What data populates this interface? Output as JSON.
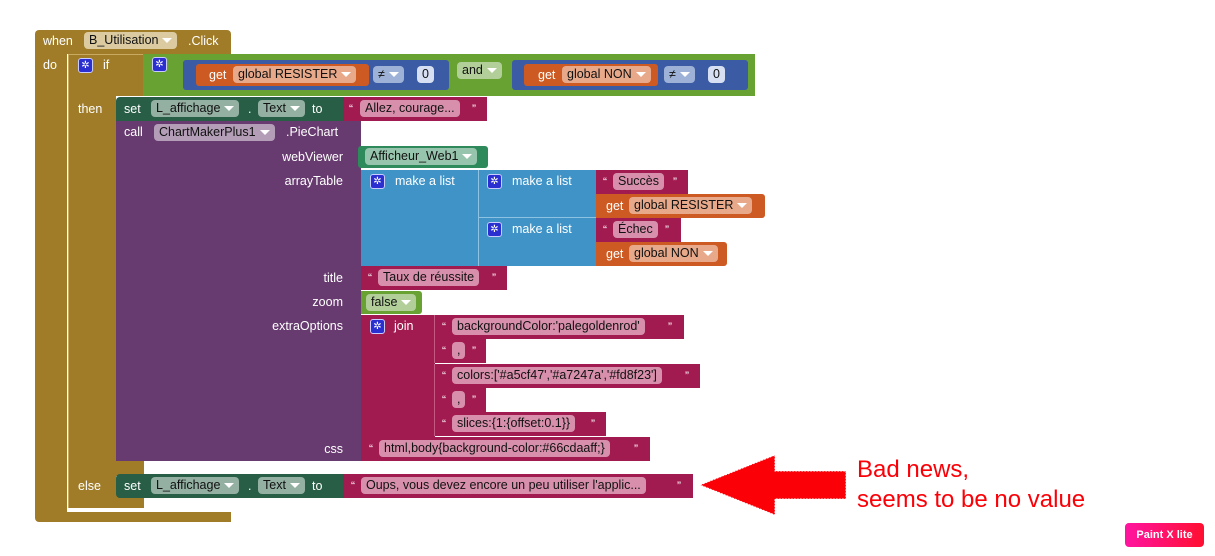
{
  "event_block": {
    "when": "when",
    "component": "B_Utilisation",
    "event": ".Click",
    "do": "do"
  },
  "if_block": {
    "if": "if",
    "then": "then",
    "else": "else",
    "condition": {
      "left": {
        "get": "get",
        "variable": "global RESISTER",
        "op": "≠",
        "value": "0"
      },
      "logic": "and",
      "right": {
        "get": "get",
        "variable": "global NON",
        "op": "≠",
        "value": "0"
      }
    }
  },
  "then_set": {
    "set": "set",
    "component": "L_affichage",
    "dot": ".",
    "property": "Text",
    "to": "to",
    "text": "Allez, courage..."
  },
  "call_block": {
    "call": "call",
    "component": "ChartMakerPlus1",
    "method": ".PieChart",
    "params": {
      "webViewer": "webViewer",
      "arrayTable": "arrayTable",
      "title": "title",
      "zoom": "zoom",
      "extraOptions": "extraOptions",
      "css": "css"
    },
    "webViewer_value": "Afficheur_Web1",
    "make_a_list": "make a list",
    "rows": [
      {
        "label": "Succès",
        "get": "get",
        "variable": "global RESISTER"
      },
      {
        "label": "Échec",
        "get": "get",
        "variable": "global NON"
      }
    ],
    "title_value": "Taux de réussite",
    "zoom_value": "false",
    "join": "join",
    "join_items": [
      "backgroundColor:'palegoldenrod'",
      ",",
      "colors:['#a5cf47','#a7247a','#fd8f23']",
      ",",
      "slices:{1:{offset:0.1}}"
    ],
    "css_value": "html,body{background-color:#66cdaaff;}"
  },
  "else_set": {
    "set": "set",
    "component": "L_affichage",
    "dot": ".",
    "property": "Text",
    "to": "to",
    "text": "Oups, vous devez encore un peu utiliser l'applic..."
  },
  "annotation": {
    "line1": "Bad news,",
    "line2": "seems to be no value",
    "color": "#fb0007"
  },
  "watermark": "Paint X lite"
}
